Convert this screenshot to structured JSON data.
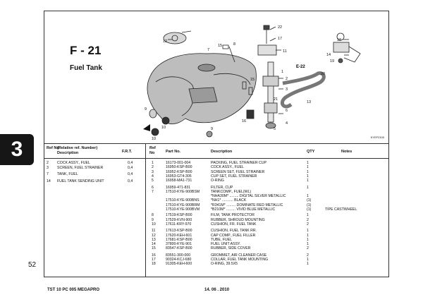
{
  "page": {
    "section_tab": "3",
    "page_number": "52",
    "footer_left": "TST 10 PC 005 MEGAPRO",
    "footer_center": "14. 06 . 2010"
  },
  "diagram": {
    "group_code": "F - 21",
    "title": "Fuel Tank",
    "drawing_code": "KYEF2100",
    "ref_marker": "E-22",
    "callouts": [
      "1",
      "2",
      "3",
      "4",
      "5",
      "6",
      "7",
      "8",
      "9",
      "10",
      "11",
      "12",
      "13",
      "14",
      "15",
      "16",
      "17",
      "18",
      "19",
      "20",
      "21",
      "22"
    ]
  },
  "left_table": {
    "header": {
      "ref": "Ref No",
      "relative": "(Relative ref. Number)",
      "description": "Description",
      "frt": "F.R.T."
    },
    "rows": [
      {
        "ref": "2",
        "description": "COCK ASSY., FUEL",
        "frt": "0,4"
      },
      {
        "ref": "3",
        "description": "SCREEN, FUEL STRAINER",
        "frt": "0,4"
      },
      {
        "ref": "7",
        "description": "TANK, FUEL",
        "frt": "0,4"
      },
      {
        "ref": "14",
        "description": "FUEL TANK SENDING UNIT",
        "frt": "0,4"
      }
    ]
  },
  "right_table": {
    "header": {
      "ref": "Ref No",
      "part": "Part No.",
      "description": "Description",
      "qty": "QTY",
      "notes": "Notes"
    },
    "rows": [
      {
        "ref": "1",
        "part": "16173-001-004",
        "description": "PACKING, FUEL STRAINER CUP",
        "qty": "1",
        "notes": ""
      },
      {
        "ref": "2",
        "part": "16950-KSP-B00",
        "description": "COCK ASSY., FUEL",
        "qty": "1",
        "notes": ""
      },
      {
        "ref": "3",
        "part": "16952-KSP-B00",
        "description": "SCREEN SET, FUEL STRAINER",
        "qty": "1",
        "notes": ""
      },
      {
        "ref": "4",
        "part": "16953-GT4-305",
        "description": "CUP SET, FUEL STRAINER",
        "qty": "1",
        "notes": ""
      },
      {
        "ref": "5",
        "part": "16958-MA1-731",
        "description": "O-RING",
        "qty": "1",
        "notes": ""
      },
      {
        "ref": "6",
        "part": "16959-471-831",
        "description": "FILTER, CUP",
        "qty": "1",
        "notes": ""
      },
      {
        "ref": "7",
        "part": "17510-KYE-900BSM",
        "description": "TANKCOMP., FUEL(WL)",
        "qty": "",
        "notes": ""
      },
      {
        "ref": "",
        "part": "",
        "description": "*NHA30M* ......... DIGITAL SILVER METALLIC",
        "qty": "1",
        "notes": ""
      },
      {
        "ref": "",
        "part": "17510-KYE-900BNS",
        "description": "*NH1* ........... BLACK",
        "qty": "(1)",
        "notes": ""
      },
      {
        "ref": "",
        "part": "17510-KYE-900BRM",
        "description": "*R341M* ......... DOMINATE RED METALLIC",
        "qty": "(1)",
        "notes": ""
      },
      {
        "ref": "",
        "part": "17510-KYE-900BVM",
        "description": "*B210M* ......... VIVID BLUE METALLIC",
        "qty": "(1)",
        "notes": "TIPE CASTWHEEL"
      },
      {
        "ref": "8",
        "part": "17519-KSP-B00",
        "description": "FILM, TANK PROTECTOR",
        "qty": "1",
        "notes": ""
      },
      {
        "ref": "9",
        "part": "17529-KVN-900",
        "description": "RUBBER, SHROUD MOUNTING",
        "qty": "2",
        "notes": ""
      },
      {
        "ref": "10",
        "part": "17611-KRY-970",
        "description": "CUSHION, FR. FUEL TANK",
        "qty": "2",
        "notes": ""
      },
      {
        "ref": "11",
        "part": "17613-KSP-B00",
        "description": "CUSHION, FUEL TANK RR.",
        "qty": "1",
        "notes": ""
      },
      {
        "ref": "12",
        "part": "17620-KEH-601",
        "description": "CAP COMP., FUEL FILLER",
        "qty": "1",
        "notes": ""
      },
      {
        "ref": "13",
        "part": "17681-KSP-B00",
        "description": "TUBE, FUEL",
        "qty": "1",
        "notes": ""
      },
      {
        "ref": "14",
        "part": "37800-KYE-901",
        "description": "FUEL UNIT ASSY.",
        "qty": "1",
        "notes": ""
      },
      {
        "ref": "15",
        "part": "83547-KSP-B00",
        "description": "RUBBER, SIDE COVER",
        "qty": "2",
        "notes": ""
      },
      {
        "ref": "16",
        "part": "83551-300-000",
        "description": "GROMMET, AIR CLEANER CASE",
        "qty": "2",
        "notes": ""
      },
      {
        "ref": "17",
        "part": "90324-KCJ-680",
        "description": "COLLAR, FUEL TANK MOUNTING",
        "qty": "1",
        "notes": ""
      },
      {
        "ref": "18",
        "part": "91305-KEH-600",
        "description": "O-RING, 39.5X5",
        "qty": "1",
        "notes": ""
      }
    ]
  }
}
